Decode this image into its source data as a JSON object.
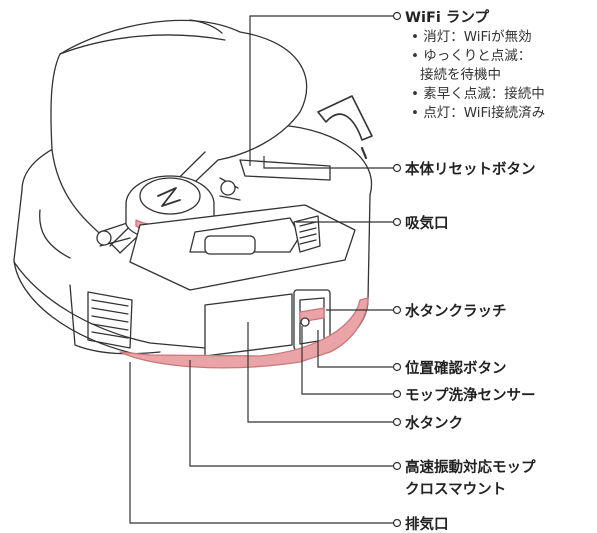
{
  "colors": {
    "line": "#333333",
    "accent_fill": "#eaa3a6",
    "accent_stroke": "#c9787c"
  },
  "labels": {
    "wifi_title": "WiFi ランプ",
    "wifi_details": [
      "• 消灯：WiFiが無効",
      "• ゆっくりと点滅：",
      "接続を待機中",
      "• 素早く点滅：接続中",
      "• 点灯：WiFi接続済み"
    ],
    "reset_button": "本体リセットボタン",
    "intake": "吸気口",
    "tank_latch": "水タンクラッチ",
    "position_button": "位置確認ボタン",
    "mop_sensor": "モップ洗浄センサー",
    "water_tank": "水タンク",
    "mop_mount_1": "高速振動対応モップ",
    "mop_mount_2": "クロスマウント",
    "exhaust": "排気口"
  }
}
